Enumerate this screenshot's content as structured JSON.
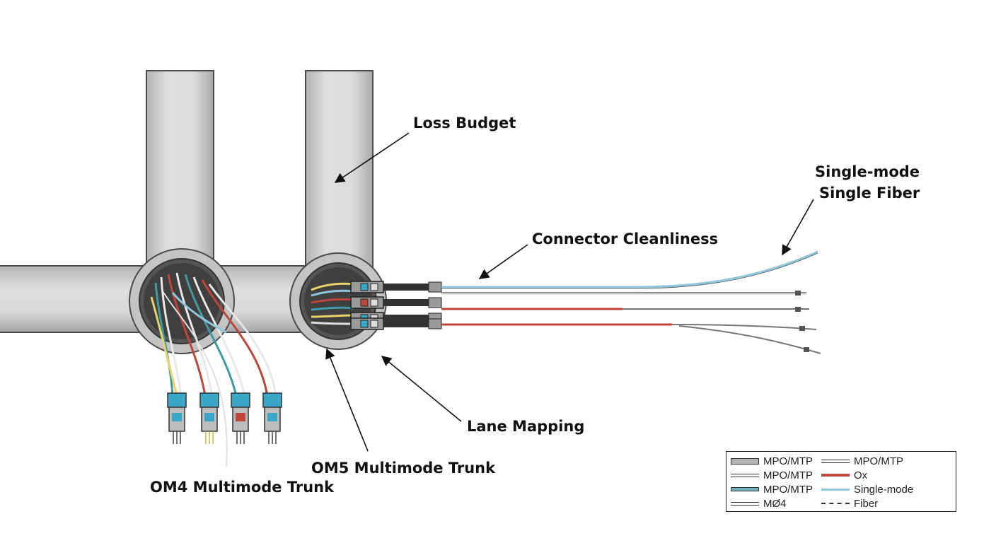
{
  "labels": {
    "loss_budget": "Loss Budget",
    "single_mode_line1": "Single-mode",
    "single_mode_line2": "Single Fiber",
    "connector_cleanliness": "Connector Cleanliness",
    "lane_mapping": "Lane Mapping",
    "om5_trunk": "OM5 Multimode Trunk",
    "om4_trunk": "OM4 Multimode Trunk"
  },
  "legend": {
    "items": [
      {
        "label": "MPO/MTP",
        "swatch": "thick-gray"
      },
      {
        "label": "MPO/MTP",
        "swatch": "thin-double-gray"
      },
      {
        "label": "MPO/MTP",
        "swatch": "thin-double-gray"
      },
      {
        "label": "Ox",
        "swatch": "red"
      },
      {
        "label": "MPO/MTP",
        "swatch": "teal"
      },
      {
        "label": "Single-mode",
        "swatch": "light-blue"
      },
      {
        "label": "MØ4",
        "swatch": "thin-double-gray"
      },
      {
        "label": "Fiber",
        "swatch": "dashed"
      }
    ]
  },
  "colors": {
    "conduit": "#c9c9c9",
    "conduit_edge": "#4a4a4a",
    "fiber_teal": "#3e9aa3",
    "fiber_red": "#c0453b",
    "fiber_blue": "#8fc8dc",
    "fiber_yellow": "#e8d46a",
    "connector_blue": "#3aa7c9"
  }
}
